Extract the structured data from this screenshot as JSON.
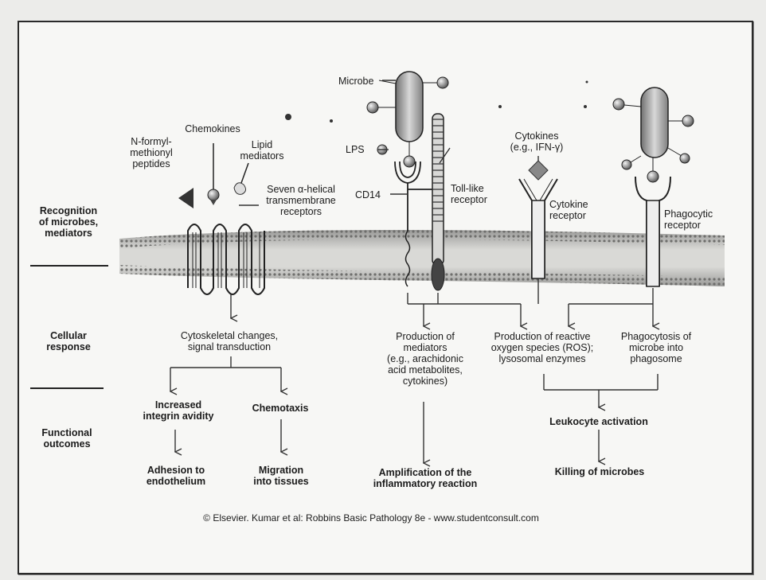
{
  "side_labels": {
    "recognition": [
      "Recognition",
      "of microbes,",
      "mediators"
    ],
    "cellular": [
      "Cellular",
      "response"
    ],
    "functional": [
      "Functional",
      "outcomes"
    ]
  },
  "molecules": {
    "n_formyl": [
      "N-formyl-",
      "methionyl",
      "peptides"
    ],
    "chemokines": "Chemokines",
    "lipid": [
      "Lipid",
      "mediators"
    ],
    "seven_helix": [
      "Seven α-helical",
      "transmembrane",
      "receptors"
    ],
    "microbe": "Microbe",
    "lps": "LPS",
    "cd14": "CD14",
    "toll": [
      "Toll-like",
      "receptor"
    ],
    "cytokines": [
      "Cytokines",
      "(e.g., IFN-γ)"
    ],
    "cytokine_receptor": [
      "Cytokine",
      "receptor"
    ],
    "phagocytic_receptor": [
      "Phagocytic",
      "receptor"
    ]
  },
  "responses": {
    "cytoskeletal": [
      "Cytoskeletal changes,",
      "signal transduction"
    ],
    "mediators": [
      "Production of",
      "mediators",
      "(e.g., arachidonic",
      "acid metabolites,",
      "cytokines)"
    ],
    "ros": [
      "Production of reactive",
      "oxygen species (ROS);",
      "lysosomal enzymes"
    ],
    "phagocytosis": [
      "Phagocytosis of",
      "microbe into",
      "phagosome"
    ]
  },
  "outcomes": {
    "integrin": [
      "Increased",
      "integrin avidity"
    ],
    "chemotaxis": "Chemotaxis",
    "adhesion": [
      "Adhesion to",
      "endothelium"
    ],
    "migration": [
      "Migration",
      "into tissues"
    ],
    "amplification": [
      "Amplification of the",
      "inflammatory reaction"
    ],
    "leukocyte_activation": "Leukocyte activation",
    "killing": "Killing of microbes"
  },
  "copyright": "© Elsevier. Kumar et al: Robbins Basic Pathology 8e - www.studentconsult.com"
}
